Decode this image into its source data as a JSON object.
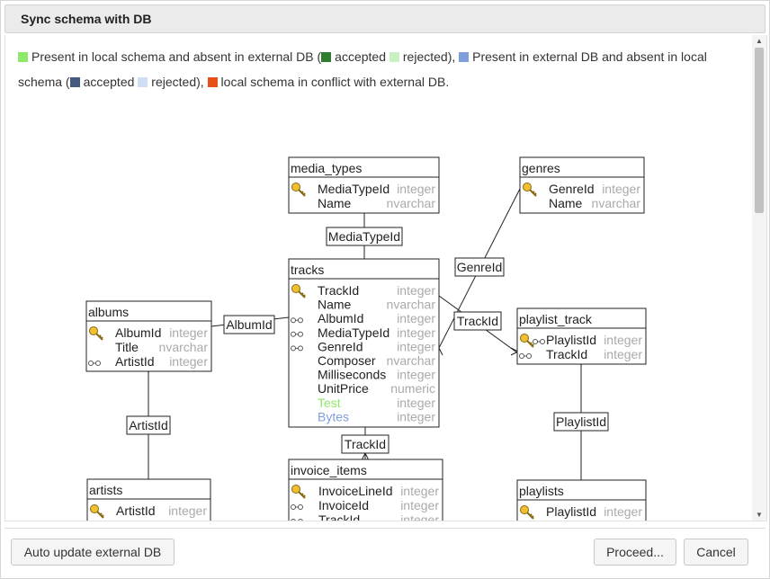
{
  "dialog": {
    "title": "Sync schema with DB"
  },
  "legend": {
    "t1": "Present in local schema and absent in external DB (",
    "t2": "accepted",
    "t3": "rejected), ",
    "t4": "Present in external DB and absent in local schema (",
    "t5": "accepted",
    "t6": "rejected), ",
    "t7": "local schema in conflict with external DB.",
    "colors": {
      "local_present": "#8ee86a",
      "local_accepted": "#2e7d32",
      "local_rejected": "#c8f0c0",
      "external_present": "#7f9fdc",
      "external_accepted": "#455a7e",
      "external_rejected": "#d0def5",
      "conflict": "#e8501a"
    }
  },
  "tables": {
    "media_types": {
      "name": "media_types",
      "rows": [
        {
          "name": "MediaTypeId",
          "type": "integer",
          "icon": "key-icon"
        },
        {
          "name": "Name",
          "type": "nvarchar",
          "icon": ""
        }
      ]
    },
    "genres": {
      "name": "genres",
      "rows": [
        {
          "name": "GenreId",
          "type": "integer",
          "icon": "key-icon"
        },
        {
          "name": "Name",
          "type": "nvarchar",
          "icon": ""
        }
      ]
    },
    "tracks": {
      "name": "tracks",
      "rows": [
        {
          "name": "TrackId",
          "type": "integer",
          "icon": "key-icon"
        },
        {
          "name": "Name",
          "type": "nvarchar",
          "icon": ""
        },
        {
          "name": "AlbumId",
          "type": "integer",
          "icon": "link-icon"
        },
        {
          "name": "MediaTypeId",
          "type": "integer",
          "icon": "link-icon"
        },
        {
          "name": "GenreId",
          "type": "integer",
          "icon": "link-icon"
        },
        {
          "name": "Composer",
          "type": "nvarchar",
          "icon": ""
        },
        {
          "name": "Milliseconds",
          "type": "integer",
          "icon": ""
        },
        {
          "name": "UnitPrice",
          "type": "numeric",
          "icon": ""
        },
        {
          "name": "Test",
          "type": "integer",
          "icon": "",
          "color": "#8ee86a"
        },
        {
          "name": "Bytes",
          "type": "integer",
          "icon": "",
          "color": "#7f9fdc"
        }
      ]
    },
    "albums": {
      "name": "albums",
      "rows": [
        {
          "name": "AlbumId",
          "type": "integer",
          "icon": "key-icon"
        },
        {
          "name": "Title",
          "type": "nvarchar",
          "icon": ""
        },
        {
          "name": "ArtistId",
          "type": "integer",
          "icon": "link-icon"
        }
      ]
    },
    "playlist_track": {
      "name": "playlist_track",
      "rows": [
        {
          "name": "PlaylistId",
          "type": "integer",
          "icon": "key-link-icon"
        },
        {
          "name": "TrackId",
          "type": "integer",
          "icon": "link-icon"
        }
      ]
    },
    "artists": {
      "name": "artists",
      "rows": [
        {
          "name": "ArtistId",
          "type": "integer",
          "icon": "key-icon"
        }
      ]
    },
    "invoice_items": {
      "name": "invoice_items",
      "rows": [
        {
          "name": "InvoiceLineId",
          "type": "integer",
          "icon": "key-icon"
        },
        {
          "name": "InvoiceId",
          "type": "integer",
          "icon": "link-icon"
        },
        {
          "name": "TrackId",
          "type": "integer",
          "icon": "link-icon"
        }
      ]
    },
    "playlists": {
      "name": "playlists",
      "rows": [
        {
          "name": "PlaylistId",
          "type": "integer",
          "icon": "key-icon"
        }
      ]
    }
  },
  "relations": {
    "media_type": "MediaTypeId",
    "genre": "GenreId",
    "album": "AlbumId",
    "track_playlist": "TrackId",
    "artist": "ArtistId",
    "track_invoice": "TrackId",
    "playlist": "PlaylistId"
  },
  "footer": {
    "auto_update": "Auto update external DB",
    "proceed": "Proceed...",
    "cancel": "Cancel"
  }
}
